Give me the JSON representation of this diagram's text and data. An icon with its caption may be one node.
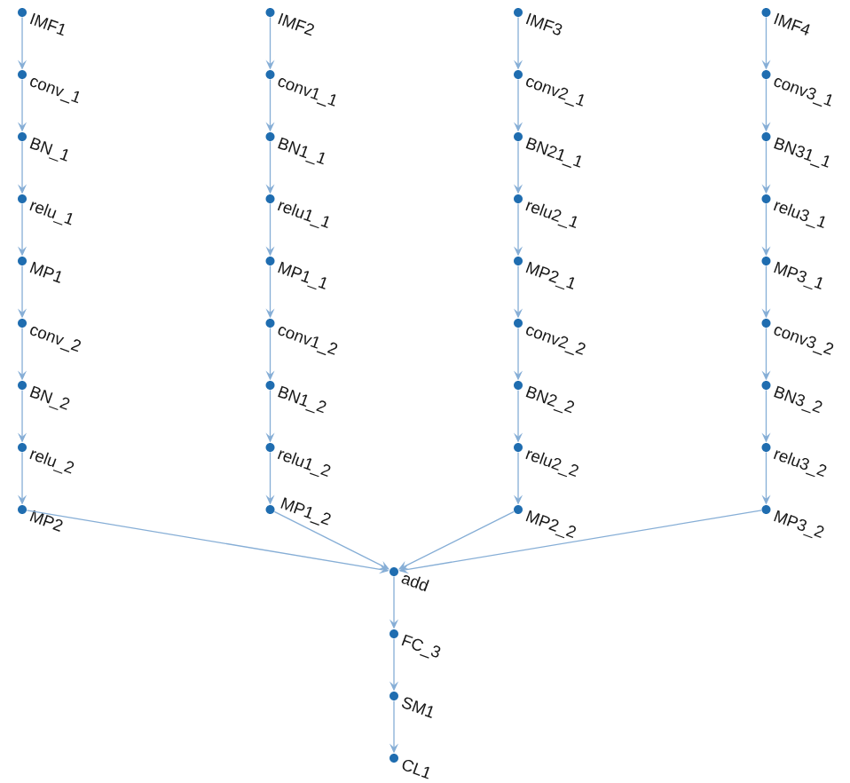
{
  "diagram": {
    "nodes": [
      {
        "text": [
          "IMF1"
        ]
      },
      {
        "text": [
          "IMF2"
        ]
      },
      {
        "text": [
          "IMF3"
        ]
      },
      {
        "text": [
          "IMF4"
        ]
      },
      {
        "text": [
          "conv_1"
        ]
      },
      {
        "text": [
          "conv1_1"
        ]
      },
      {
        "text": [
          "conv2_1"
        ]
      },
      {
        "text": [
          "conv3_1"
        ]
      },
      {
        "text": [
          "BN_1"
        ]
      },
      {
        "text": [
          "BN1_1"
        ]
      },
      {
        "text": [
          "BN21_1"
        ]
      },
      {
        "text": [
          "BN31_1"
        ]
      },
      {
        "text": [
          "relu_1"
        ]
      },
      {
        "text": [
          "relu1_1"
        ]
      },
      {
        "text": [
          "relu2_1"
        ]
      },
      {
        "text": [
          "relu3_1"
        ]
      },
      {
        "text": [
          "MP1"
        ]
      },
      {
        "text": [
          "MP1_1"
        ]
      },
      {
        "text": [
          "MP2_1"
        ]
      },
      {
        "text": [
          "MP3_1"
        ]
      },
      {
        "text": [
          "conv_2"
        ]
      },
      {
        "text": [
          "conv1_2"
        ]
      },
      {
        "text": [
          "conv2_2"
        ]
      },
      {
        "text": [
          "conv3_2"
        ]
      },
      {
        "text": [
          "BN_2"
        ]
      },
      {
        "text": [
          "BN1_2"
        ]
      },
      {
        "text": [
          "BN2_2"
        ]
      },
      {
        "text": [
          "BN3_2"
        ]
      },
      {
        "text": [
          "relu_2"
        ]
      },
      {
        "text": [
          "relu1_2"
        ]
      },
      {
        "text": [
          "relu2_2"
        ]
      },
      {
        "text": [
          "relu3_2"
        ]
      },
      {
        "text": [
          "MP2"
        ]
      },
      {
        "text": [
          "MP1_2"
        ]
      },
      {
        "text": [
          "MP2_2"
        ]
      },
      {
        "text": [
          "MP3_2"
        ]
      },
      {
        "text": [
          "add"
        ]
      },
      {
        "text": [
          "FC_3"
        ]
      },
      {
        "text": [
          "SM1"
        ]
      },
      {
        "text": [
          "CL1"
        ]
      }
    ],
    "edges": [
      {
        "from": 0,
        "to": 4,
        "arrow": "to"
      },
      {
        "from": 4,
        "to": 8,
        "arrow": "to"
      },
      {
        "from": 8,
        "to": 12,
        "arrow": "to"
      },
      {
        "from": 12,
        "to": 16,
        "arrow": "to"
      },
      {
        "from": 16,
        "to": 20,
        "arrow": "to"
      },
      {
        "from": 20,
        "to": 24,
        "arrow": "to"
      },
      {
        "from": 24,
        "to": 28,
        "arrow": "to"
      },
      {
        "from": 28,
        "to": 32,
        "arrow": "to"
      },
      {
        "from": 1,
        "to": 5,
        "arrow": "to"
      },
      {
        "from": 5,
        "to": 9,
        "arrow": "to"
      },
      {
        "from": 9,
        "to": 13,
        "arrow": "to"
      },
      {
        "from": 13,
        "to": 17,
        "arrow": "to"
      },
      {
        "from": 17,
        "to": 21,
        "arrow": "to"
      },
      {
        "from": 21,
        "to": 25,
        "arrow": "to"
      },
      {
        "from": 25,
        "to": 29,
        "arrow": "to"
      },
      {
        "from": 29,
        "to": 33,
        "arrow": "to"
      },
      {
        "from": 2,
        "to": 6,
        "arrow": "to"
      },
      {
        "from": 6,
        "to": 10,
        "arrow": "to"
      },
      {
        "from": 10,
        "to": 14,
        "arrow": "to"
      },
      {
        "from": 14,
        "to": 18,
        "arrow": "to"
      },
      {
        "from": 18,
        "to": 22,
        "arrow": "to"
      },
      {
        "from": 22,
        "to": 26,
        "arrow": "to"
      },
      {
        "from": 26,
        "to": 30,
        "arrow": "to"
      },
      {
        "from": 30,
        "to": 34,
        "arrow": "to"
      },
      {
        "from": 3,
        "to": 7,
        "arrow": "to"
      },
      {
        "from": 7,
        "to": 11,
        "arrow": "to"
      },
      {
        "from": 11,
        "to": 15,
        "arrow": "to"
      },
      {
        "from": 15,
        "to": 19,
        "arrow": "to"
      },
      {
        "from": 19,
        "to": 23,
        "arrow": "to"
      },
      {
        "from": 23,
        "to": 27,
        "arrow": "to"
      },
      {
        "from": 27,
        "to": 31,
        "arrow": "to"
      },
      {
        "from": 31,
        "to": 35,
        "arrow": "to"
      },
      {
        "from": 32,
        "to": 36,
        "arrow": "to"
      },
      {
        "from": 33,
        "to": 36,
        "arrow": "to"
      },
      {
        "from": 34,
        "to": 36,
        "arrow": "to"
      },
      {
        "from": 35,
        "to": 36,
        "arrow": "to"
      },
      {
        "from": 36,
        "to": 37,
        "arrow": "to"
      },
      {
        "from": 37,
        "to": 38,
        "arrow": "to"
      },
      {
        "from": 38,
        "to": 39,
        "arrow": "to"
      }
    ]
  }
}
